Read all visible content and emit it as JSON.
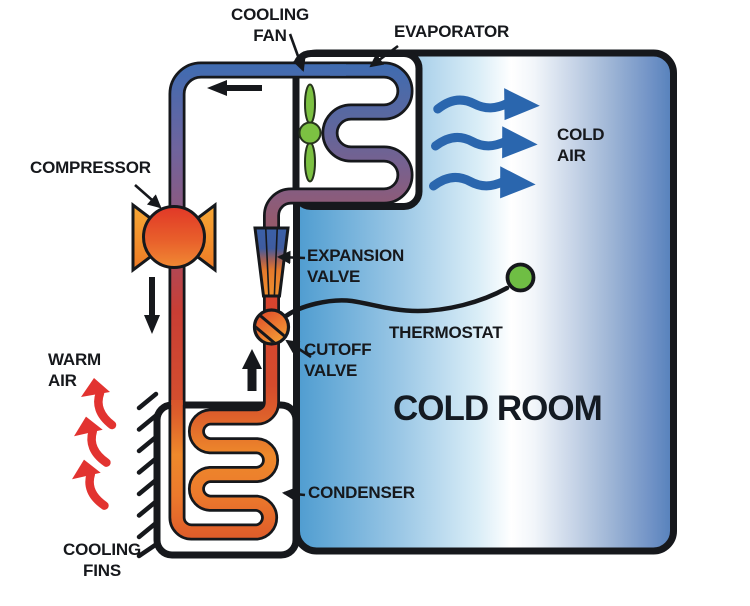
{
  "labels": {
    "cooling_fan": "COOLING\nFAN",
    "evaporator": "EVAPORATOR",
    "cold_air": "COLD\nAIR",
    "compressor": "COMPRESSOR",
    "expansion_valve": "EXPANSION\nVALVE",
    "cutoff_valve": "CUTOFF\nVALVE",
    "thermostat": "THERMOSTAT",
    "cold_room": "COLD ROOM",
    "warm_air": "WARM\nAIR",
    "condenser": "CONDENSER",
    "cooling_fins": "COOLING\nFINS"
  },
  "colors": {
    "pipe_cold_blue": "#3d6cb2",
    "pipe_purple": "#8a5a82",
    "pipe_hot_red": "#cc3d33",
    "coil_orange": "#ee892b",
    "component_green": "#7cc142",
    "cold_air_arrow": "#2a66ae",
    "warm_air_arrow": "#e23330",
    "outline_black": "#16181c",
    "cold_room_edge_left": "#4e9cd0",
    "cold_room_edge_right": "#5480bb",
    "cold_room_center": "#ffffff"
  }
}
